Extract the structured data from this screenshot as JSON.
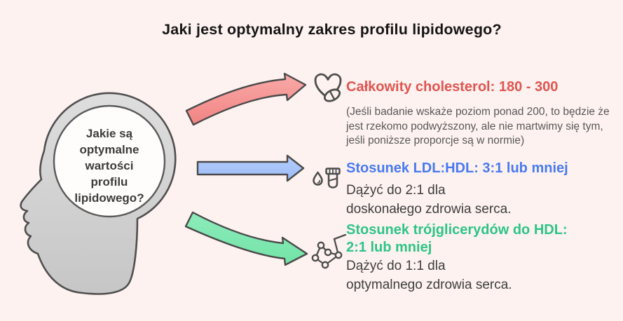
{
  "title": "Jaki jest optymalny zakres profilu lipidowego?",
  "head": {
    "question": "Jakie są\noptymalne\nwartości\nprofilu\nlipidowego?"
  },
  "rows": [
    {
      "icon": "heart-pill-icon",
      "heading": "Całkowity cholesterol: 180 - 300",
      "note": "(Jeśli badanie wskaże poziom ponad 200, to będzie że\njest rzekomo podwyższony, ale nie martwimy się tym,\njeśli poniższe proporcje są w normie)"
    },
    {
      "icon": "blood-test-icon",
      "heading": "Stosunek LDL:HDL: 3:1 lub mniej",
      "note": "Dążyć do 2:1 dla\ndoskonałego zdrowia serca."
    },
    {
      "icon": "molecule-icon",
      "heading": "Stosunek trójglicerydów do HDL:\n2:1 lub mniej",
      "note": "Dążyć do 1:1 dla\noptymalnego zdrowia serca."
    }
  ],
  "colors": {
    "bg": "#fdf2f0",
    "ink": "#4a4a4a",
    "accent-red": "#e05550",
    "accent-blue": "#487af0",
    "accent-green": "#2ec487",
    "arrow-red": "#f28383",
    "arrow-blue": "#a6c3f9",
    "arrow-green": "#7de9b2",
    "head-gray": "#cfcfcf"
  }
}
